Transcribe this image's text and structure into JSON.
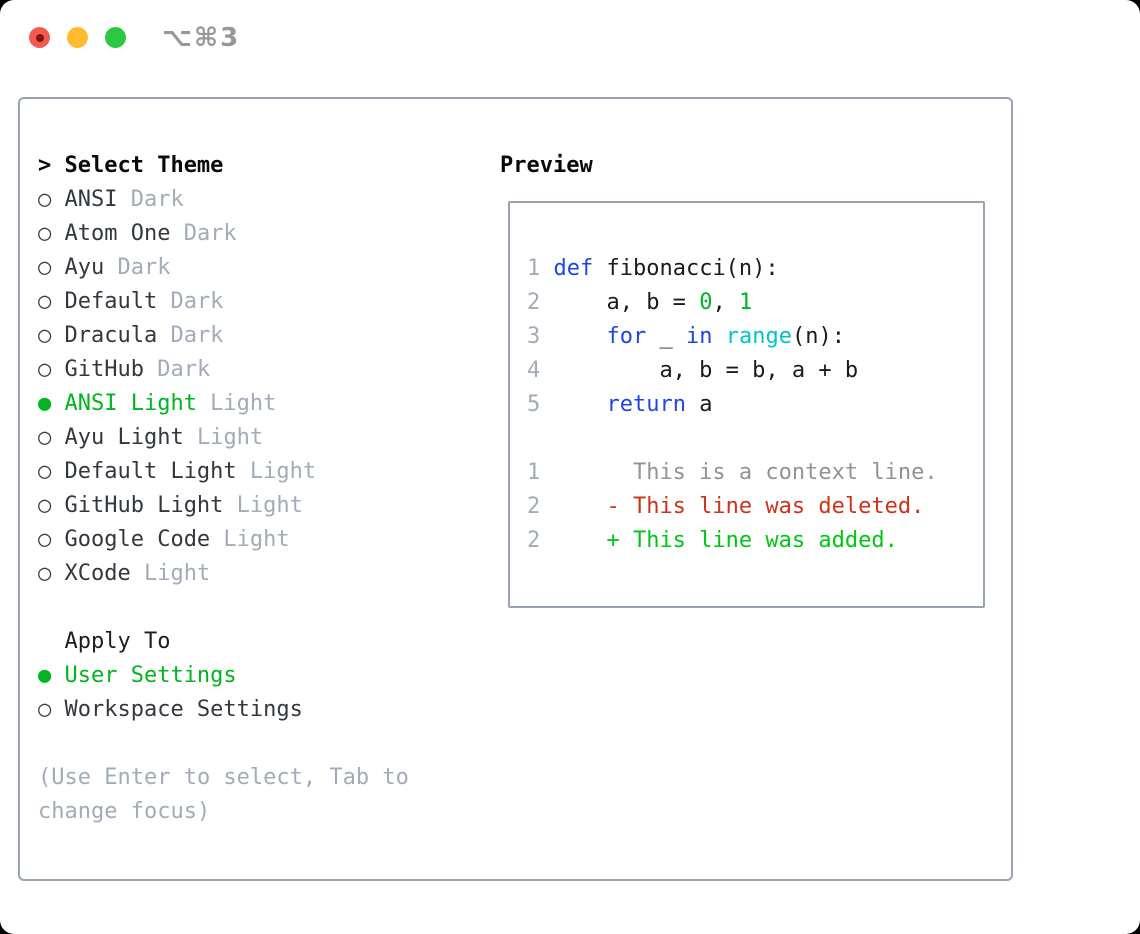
{
  "window": {
    "title": "⌥⌘3"
  },
  "colors": {
    "accent_green": "#00b51f",
    "keyword_blue": "#1e47e0",
    "function_cyan": "#00c5cd",
    "deleted_red": "#cd3318",
    "added_green": "#00c713",
    "muted_gray": "#a2abb8",
    "border_gray": "#9aa3b0",
    "traffic_red": "#f35a4f",
    "traffic_yellow": "#fdbc2e",
    "traffic_green": "#2bc841"
  },
  "left": {
    "header": {
      "prefix": ">",
      "label": "Select Theme"
    },
    "markers": {
      "unselected": "○",
      "selected": "●"
    },
    "themes": [
      {
        "name": "ANSI",
        "variant": "Dark",
        "selected": false
      },
      {
        "name": "Atom One",
        "variant": "Dark",
        "selected": false
      },
      {
        "name": "Ayu",
        "variant": "Dark",
        "selected": false
      },
      {
        "name": "Default",
        "variant": "Dark",
        "selected": false
      },
      {
        "name": "Dracula",
        "variant": "Dark",
        "selected": false
      },
      {
        "name": "GitHub",
        "variant": "Dark",
        "selected": false
      },
      {
        "name": "ANSI Light",
        "variant": "Light",
        "selected": true
      },
      {
        "name": "Ayu Light",
        "variant": "Light",
        "selected": false
      },
      {
        "name": "Default Light",
        "variant": "Light",
        "selected": false
      },
      {
        "name": "GitHub Light",
        "variant": "Light",
        "selected": false
      },
      {
        "name": "Google Code",
        "variant": "Light",
        "selected": false
      },
      {
        "name": "XCode",
        "variant": "Light",
        "selected": false
      }
    ],
    "apply_to": {
      "label": "Apply To",
      "options": [
        {
          "label": "User Settings",
          "selected": true
        },
        {
          "label": "Workspace Settings",
          "selected": false
        }
      ]
    },
    "hint_lines": [
      "(Use Enter to select, Tab to",
      "change focus)"
    ]
  },
  "preview": {
    "heading": "Preview",
    "lines": [
      {
        "num": "1",
        "segments": [
          {
            "c": "plain",
            "t": " "
          },
          {
            "c": "kw",
            "t": "def"
          },
          {
            "c": "plain",
            "t": " fibonacci(n):"
          }
        ]
      },
      {
        "num": "2",
        "segments": [
          {
            "c": "plain",
            "t": "     a, b = "
          },
          {
            "c": "num",
            "t": "0"
          },
          {
            "c": "plain",
            "t": ", "
          },
          {
            "c": "num",
            "t": "1"
          }
        ]
      },
      {
        "num": "3",
        "segments": [
          {
            "c": "plain",
            "t": "     "
          },
          {
            "c": "kw",
            "t": "for"
          },
          {
            "c": "plain",
            "t": " _ "
          },
          {
            "c": "kw",
            "t": "in"
          },
          {
            "c": "plain",
            "t": " "
          },
          {
            "c": "fn",
            "t": "range"
          },
          {
            "c": "plain",
            "t": "(n):"
          }
        ]
      },
      {
        "num": "4",
        "segments": [
          {
            "c": "plain",
            "t": "         a, b = b, a + b"
          }
        ]
      },
      {
        "num": "5",
        "segments": [
          {
            "c": "plain",
            "t": "     "
          },
          {
            "c": "kw",
            "t": "return"
          },
          {
            "c": "plain",
            "t": " a"
          }
        ]
      },
      {
        "num": "",
        "segments": []
      },
      {
        "num": "1",
        "segments": [
          {
            "c": "ctx",
            "t": "       This is a context line."
          }
        ]
      },
      {
        "num": "2",
        "segments": [
          {
            "c": "del",
            "t": "     - This line was deleted."
          }
        ]
      },
      {
        "num": "2",
        "segments": [
          {
            "c": "add",
            "t": "     + This line was added."
          }
        ]
      }
    ]
  }
}
